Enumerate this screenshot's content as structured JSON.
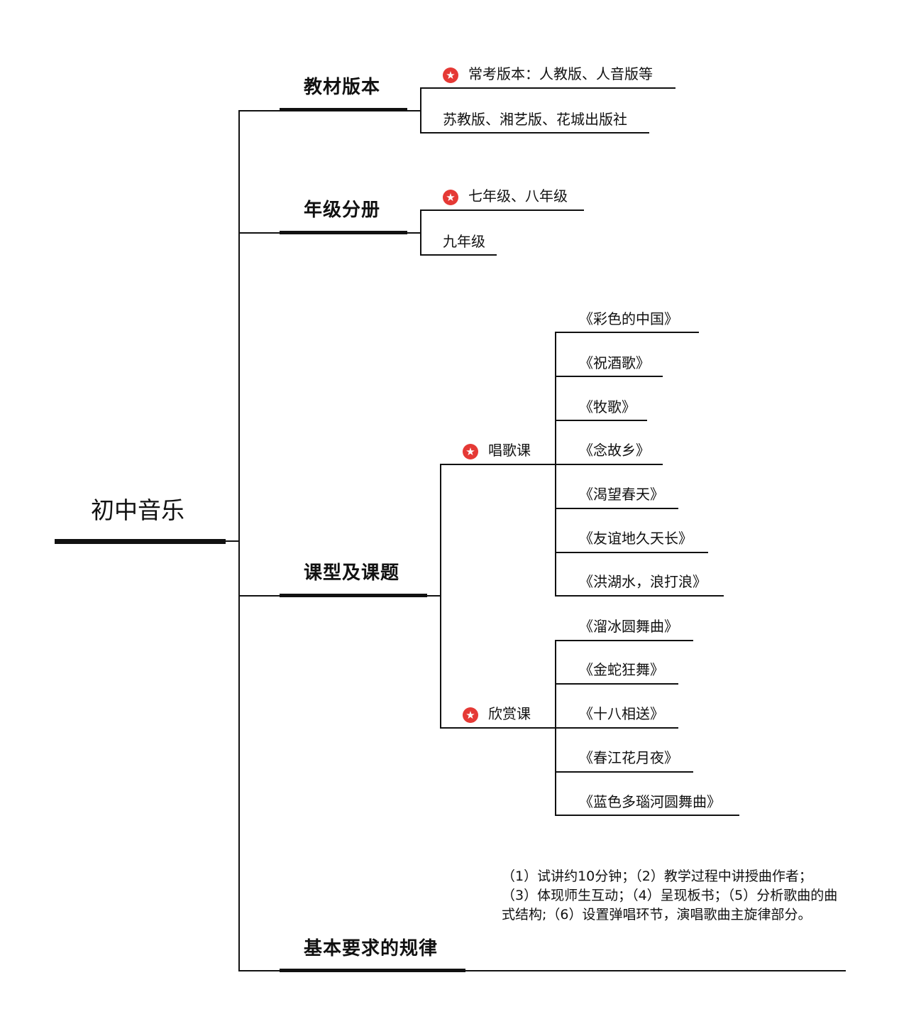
{
  "root": {
    "label": "初中音乐"
  },
  "branches": {
    "textbook": {
      "label": "教材版本",
      "items": [
        "常考版本：人教版、人音版等",
        "苏教版、湘艺版、花城出版社"
      ]
    },
    "grade": {
      "label": "年级分册",
      "items": [
        "七年级、八年级",
        "九年级"
      ]
    },
    "lesson": {
      "label": "课型及课题",
      "singing": {
        "label": "唱歌课",
        "items": [
          "《彩色的中国》",
          "《祝酒歌》",
          "《牧歌》",
          "《念故乡》",
          "《渴望春天》",
          "《友谊地久天长》",
          "《洪湖水，浪打浪》"
        ]
      },
      "appreciation": {
        "label": "欣赏课",
        "items": [
          "《溜冰圆舞曲》",
          "《金蛇狂舞》",
          "《十八相送》",
          "《春江花月夜》",
          "《蓝色多瑙河圆舞曲》"
        ]
      }
    },
    "requirements": {
      "label": "基本要求的规律",
      "lines": [
        "（1）试讲约10分钟；（2）教学过程中讲授曲作者；",
        "（3）体现师生互动；（4）呈现板书；（5）分析歌曲的曲式结构;（6）设置弹唱环节，演唱歌曲主旋律部分。"
      ]
    }
  },
  "icons": {
    "priority": "star-icon"
  },
  "colors": {
    "line": "#111111",
    "star": "#e53935"
  }
}
